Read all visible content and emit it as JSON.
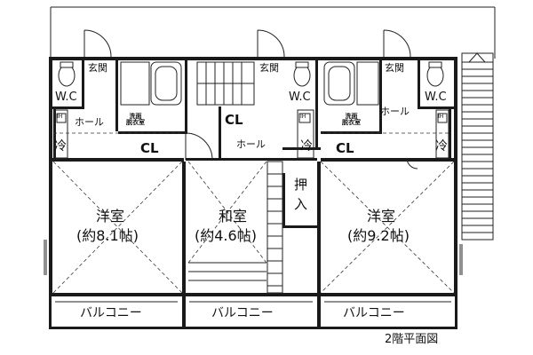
{
  "plan": {
    "caption": "2階平面図",
    "labels": {
      "genkan": "玄関",
      "wc": "W.C",
      "hall": "ホール",
      "senmen": "洗面\n脱衣室",
      "cl": "CL",
      "rei": "冷",
      "oshiire": "押\n入",
      "balcony": "バルコニー",
      "appliance": "IH"
    },
    "rooms": {
      "western_left": {
        "name": "洋室",
        "size": "(約8.1帖)"
      },
      "japanese": {
        "name": "和室",
        "size": "(約4.6帖)"
      },
      "western_right": {
        "name": "洋室",
        "size": "(約9.2帖)"
      }
    }
  }
}
